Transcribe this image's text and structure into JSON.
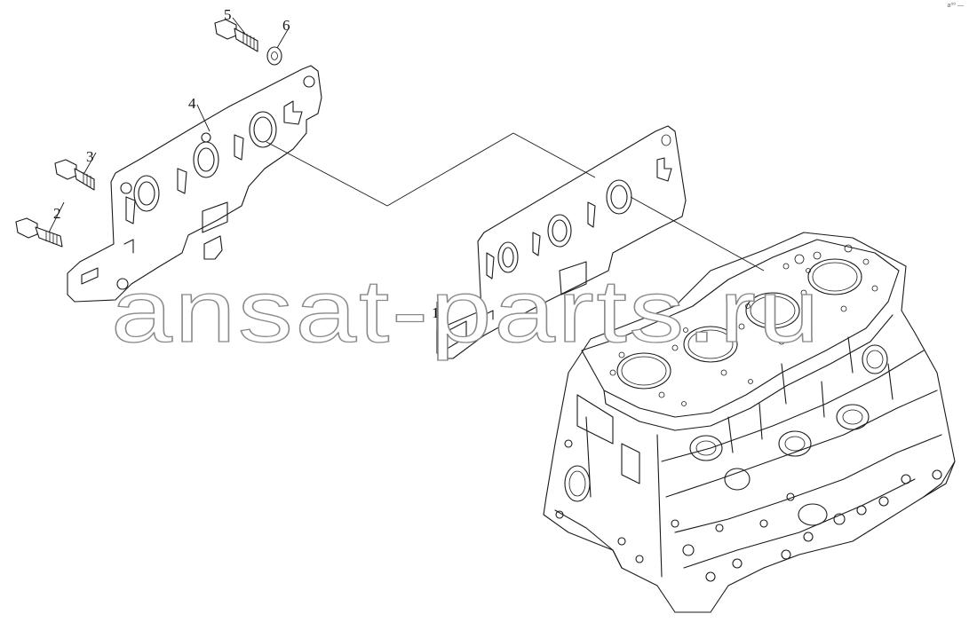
{
  "callouts": [
    "1",
    "2",
    "3",
    "4",
    "5",
    "6"
  ],
  "watermark": "ansat-parts.ru",
  "corner_mark": "a⁰⁰ —"
}
